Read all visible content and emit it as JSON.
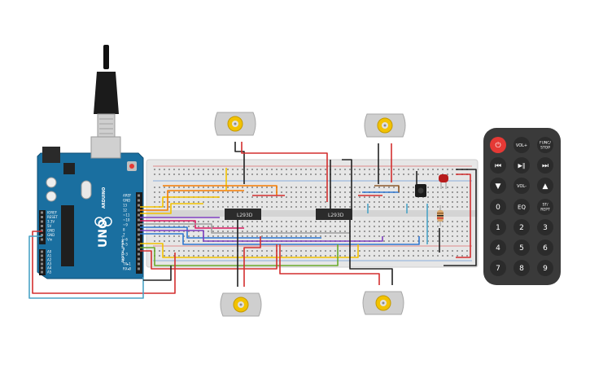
{
  "arduino": {
    "board_name": "UNO",
    "brand": "ARDUINO",
    "digital_header": "DIGITAL (PWM~)",
    "analog_header": "ANALOG IN",
    "power_header": "POWER",
    "digital_pins": [
      "AREF",
      "GND",
      "13",
      "12",
      "~11",
      "~10",
      "~9",
      "8",
      "7",
      "~6",
      "~5",
      "4",
      "~3",
      "2",
      "TX▸1",
      "RX◂0"
    ],
    "power_pins": [
      "IOREF",
      "RESET",
      "3.3V",
      "5V",
      "GND",
      "GND",
      "Vin"
    ],
    "analog_pins": [
      "A0",
      "A1",
      "A2",
      "A3",
      "A4",
      "A5"
    ]
  },
  "motor_drivers": [
    {
      "label": "L293D"
    },
    {
      "label": "L293D"
    }
  ],
  "motors": [
    "motor-top-left",
    "motor-top-right",
    "motor-bottom-left",
    "motor-bottom-right"
  ],
  "remote": {
    "buttons": [
      {
        "label": "⏻",
        "icon": "power-icon",
        "color": "#e53935"
      },
      {
        "label": "VOL+",
        "icon": "",
        "color": "#2b2b2b"
      },
      {
        "label": "FUNC/ STOP",
        "icon": "",
        "color": "#2b2b2b"
      },
      {
        "label": "⏮",
        "icon": "rewind-icon",
        "color": "#2b2b2b"
      },
      {
        "label": "▶‖",
        "icon": "play-pause-icon",
        "color": "#2b2b2b"
      },
      {
        "label": "⏭",
        "icon": "fast-forward-icon",
        "color": "#2b2b2b"
      },
      {
        "label": "▼",
        "icon": "down-icon",
        "color": "#2b2b2b"
      },
      {
        "label": "VOL-",
        "icon": "",
        "color": "#2b2b2b"
      },
      {
        "label": "▲",
        "icon": "up-icon",
        "color": "#2b2b2b"
      },
      {
        "label": "0",
        "icon": "",
        "color": "#2b2b2b"
      },
      {
        "label": "EQ",
        "icon": "",
        "color": "#2b2b2b"
      },
      {
        "label": "ST/ REPT",
        "icon": "",
        "color": "#2b2b2b"
      },
      {
        "label": "1",
        "icon": "",
        "color": "#2b2b2b"
      },
      {
        "label": "2",
        "icon": "",
        "color": "#2b2b2b"
      },
      {
        "label": "3",
        "icon": "",
        "color": "#2b2b2b"
      },
      {
        "label": "4",
        "icon": "",
        "color": "#2b2b2b"
      },
      {
        "label": "5",
        "icon": "",
        "color": "#2b2b2b"
      },
      {
        "label": "6",
        "icon": "",
        "color": "#2b2b2b"
      },
      {
        "label": "7",
        "icon": "",
        "color": "#2b2b2b"
      },
      {
        "label": "8",
        "icon": "",
        "color": "#2b2b2b"
      },
      {
        "label": "9",
        "icon": "",
        "color": "#2b2b2b"
      }
    ]
  },
  "colors": {
    "board_blue": "#1a6fa0",
    "breadboard": "#e6e6e6",
    "wire_red": "#d32f2f",
    "wire_black": "#222222",
    "wire_yellow": "#f2c200",
    "wire_orange": "#f57c00",
    "wire_purple": "#7e3fbf",
    "wire_pink": "#d81b60",
    "wire_blue": "#2f77d1",
    "wire_cyan": "#4aa3c6",
    "wire_green": "#6aaa2a",
    "wire_brown": "#8d5a2b",
    "wire_gray": "#9e9e9e"
  }
}
